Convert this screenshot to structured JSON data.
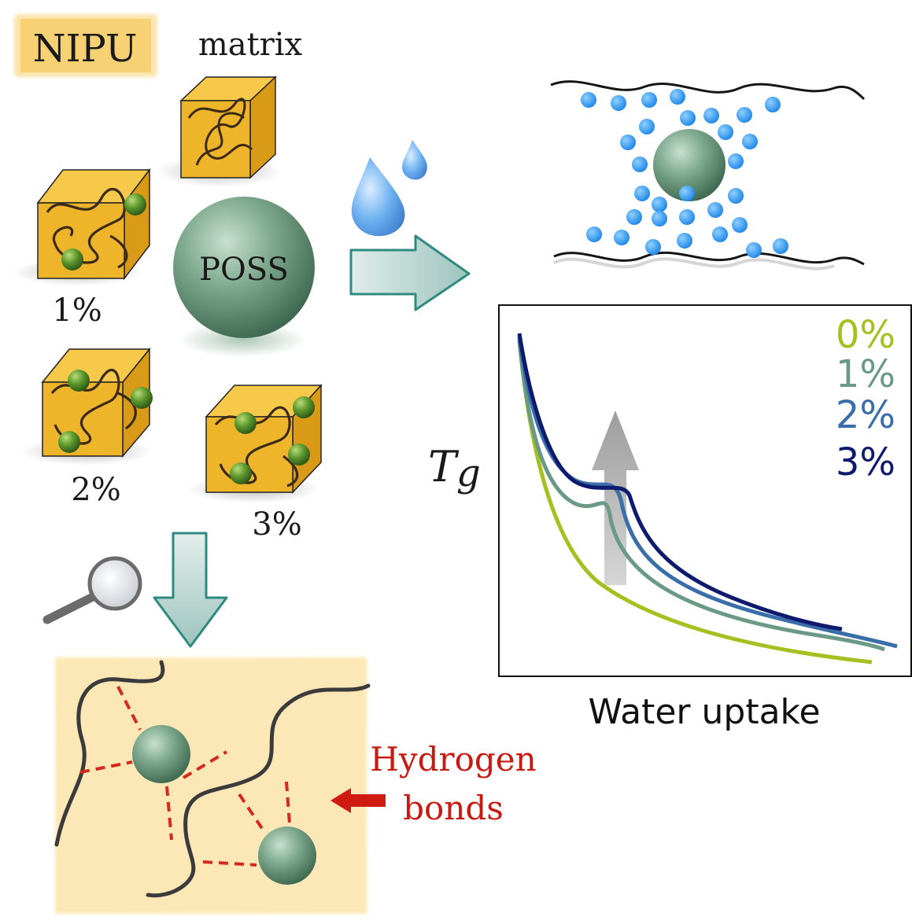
{
  "labels": {
    "nipu": "NIPU",
    "matrix": "matrix",
    "poss": "POSS",
    "pct1": "1%",
    "pct2": "2%",
    "pct3": "3%",
    "hydrogen_line1": "Hydrogen",
    "hydrogen_line2": "bonds"
  },
  "chart": {
    "ylabel_main": "T",
    "ylabel_sub": "g",
    "xlabel": "Water uptake",
    "legend": [
      {
        "label": "0%",
        "color": "#a4c021"
      },
      {
        "label": "1%",
        "color": "#6a9a86"
      },
      {
        "label": "2%",
        "color": "#3a6ea8"
      },
      {
        "label": "3%",
        "color": "#0e1a6e"
      }
    ]
  },
  "chart_data": {
    "type": "line",
    "xlabel": "Water uptake",
    "ylabel": "Tg",
    "series": [
      {
        "name": "0%",
        "color": "#a4c021"
      },
      {
        "name": "1%",
        "color": "#6a9a86"
      },
      {
        "name": "2%",
        "color": "#3a6ea8"
      },
      {
        "name": "3%",
        "color": "#0e1a6e"
      }
    ],
    "grid": false,
    "legend_position": "top-right"
  },
  "colors": {
    "cube_fill": "#f0b82a",
    "poss_green": "#6fa283",
    "water_blue": "#3a9af0",
    "arrow_teal": "#2f8a80",
    "hbond_red": "#d42a1e"
  }
}
